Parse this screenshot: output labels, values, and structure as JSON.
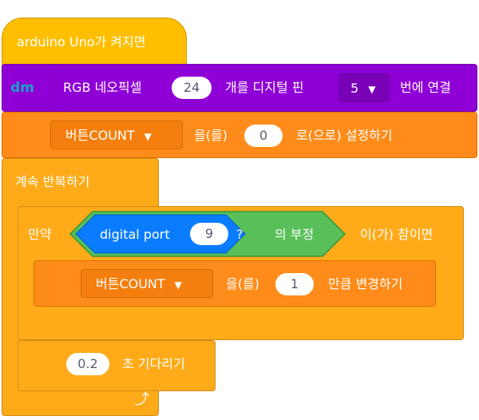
{
  "hat": {
    "label": "arduino Uno가 켜지면"
  },
  "neopixel": {
    "prefix": "RGB 네오픽셀",
    "count": "24",
    "middle": "개를 디지털 핀",
    "pin": "5",
    "suffix": "번에 연결",
    "icon": "dm-logo-icon"
  },
  "set_var": {
    "variable": "버튼COUNT",
    "particle": "을(를)",
    "value": "0",
    "suffix": "로(으로) 설정하기"
  },
  "forever": {
    "label": "계속 반복하기"
  },
  "if_block": {
    "prefix": "만약",
    "sensor_label": "digital port",
    "port": "9",
    "question": "?",
    "not_label": "의 부정",
    "suffix": "이(가) 참이면"
  },
  "change_var": {
    "variable": "버튼COUNT",
    "particle": "을(를)",
    "value": "1",
    "suffix": "만큼 변경하기"
  },
  "wait": {
    "value": "0.2",
    "suffix": "초 기다리기"
  },
  "colors": {
    "hat": "#FFBF00",
    "extension": "#8F00D6",
    "variables": "#FF8C1A",
    "control": "#FFAB19",
    "operators": "#59C059",
    "sensing": "#0A7CFF"
  }
}
